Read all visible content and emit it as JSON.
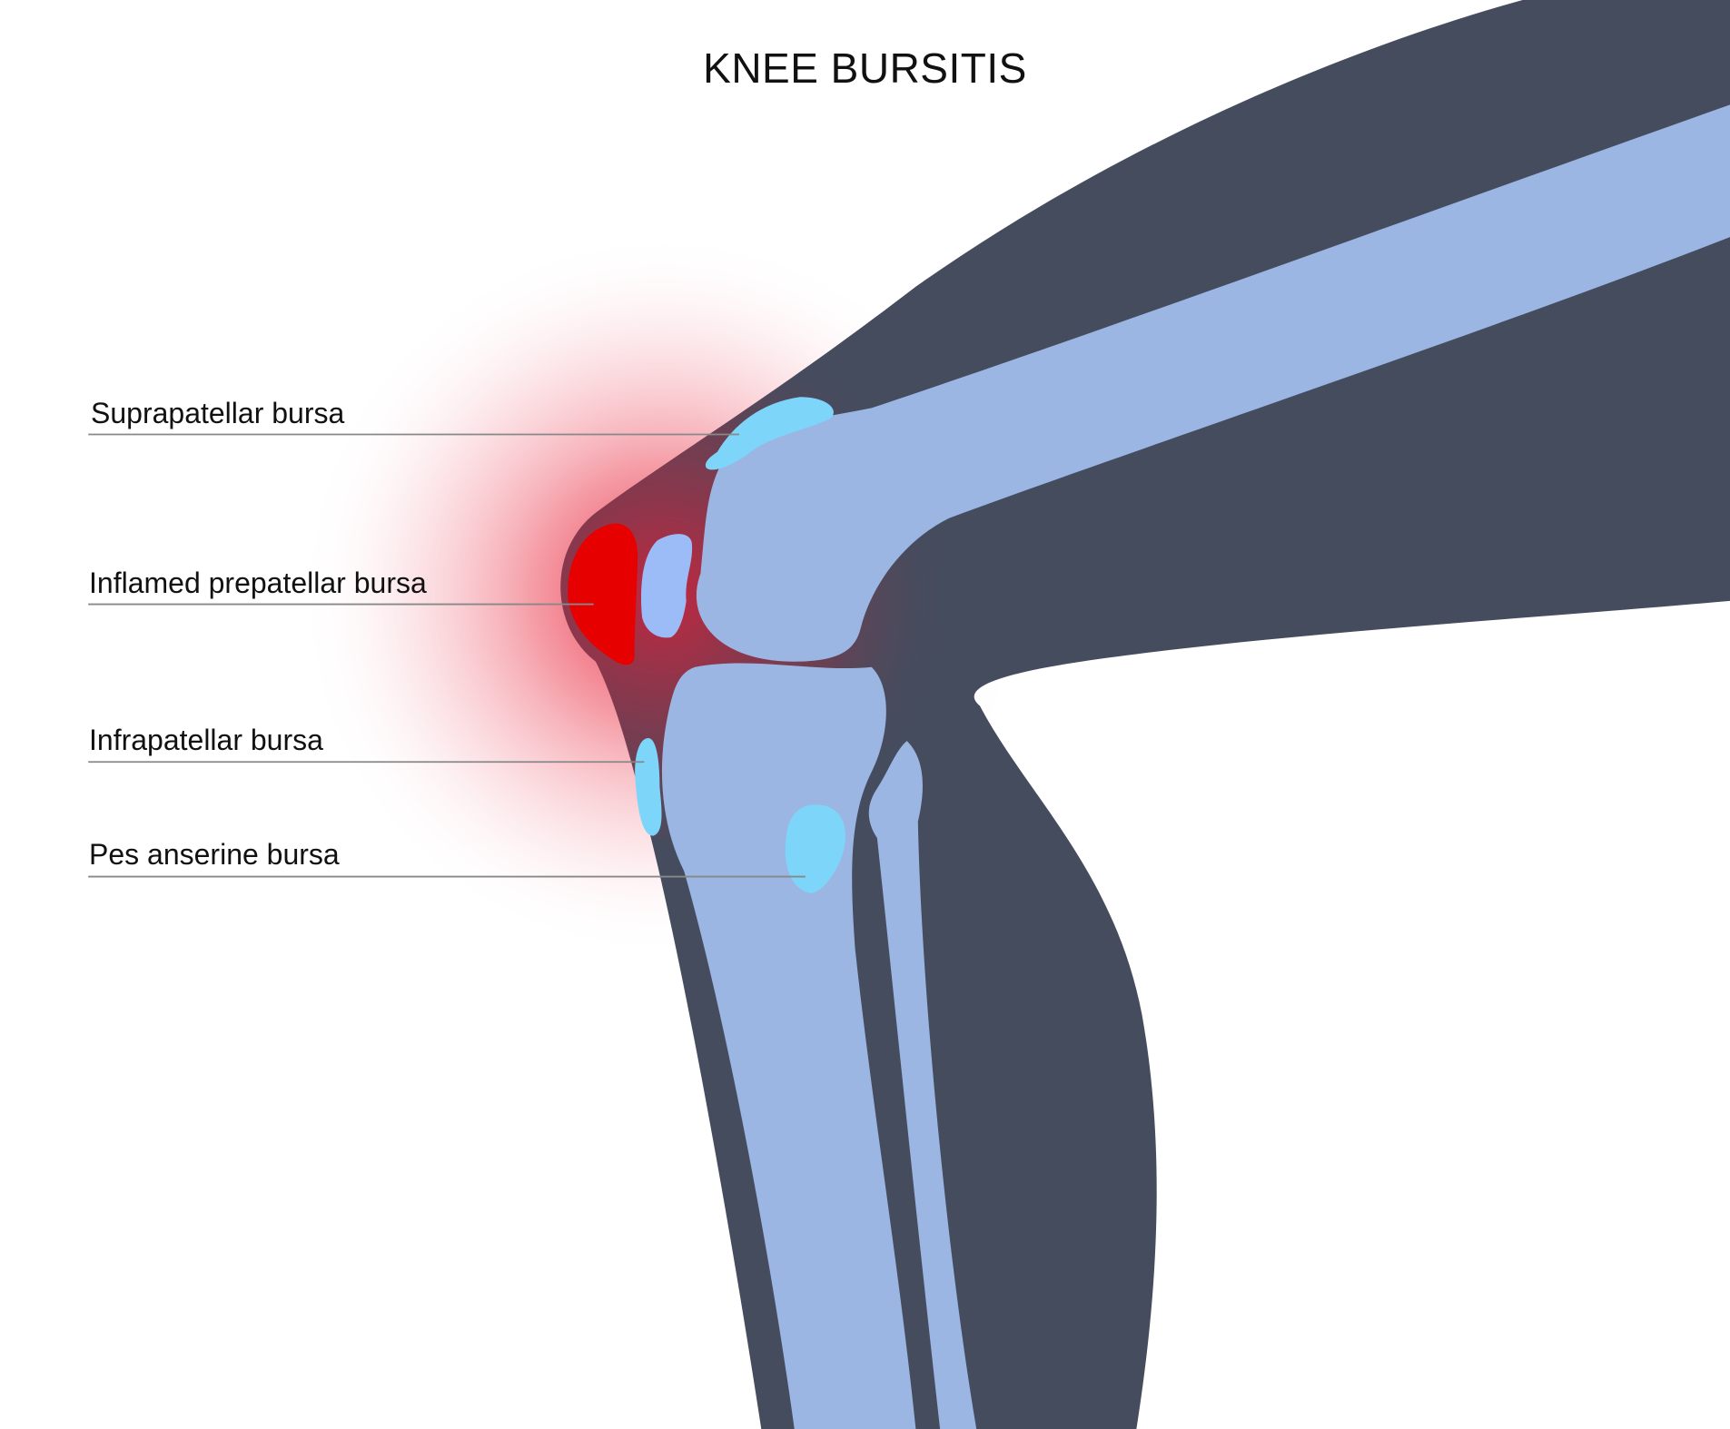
{
  "title": "KNEE BURSITIS",
  "colors": {
    "background": "#ffffff",
    "leg_soft_tissue": "#454c5e",
    "bone": "#9bb6e3",
    "patella": "#9cbcf7",
    "bursa": "#7dd6f9",
    "inflamed_bursa": "#e60000",
    "inflammation_glow": "#f07a8a",
    "leader_line": "#888888",
    "text": "#111111"
  },
  "labels": [
    {
      "id": "suprapatellar",
      "text": "Suprapatellar bursa"
    },
    {
      "id": "prepatellar",
      "text": "Inflamed prepatellar bursa"
    },
    {
      "id": "infrapatellar",
      "text": "Infrapatellar bursa"
    },
    {
      "id": "pes-anserine",
      "text": "Pes anserine bursa"
    }
  ]
}
